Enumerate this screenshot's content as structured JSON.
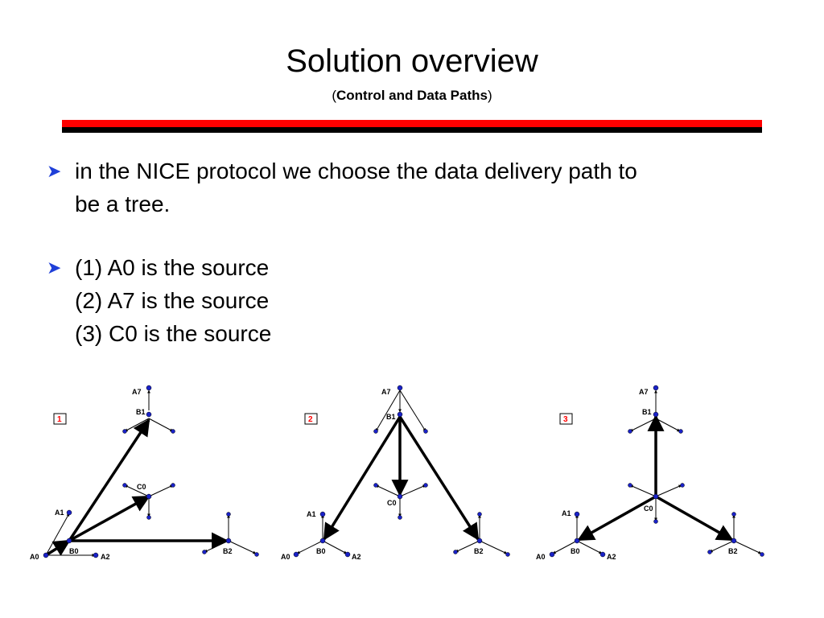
{
  "slide": {
    "title": "Solution overview",
    "subtitle_open": "(",
    "subtitle_bold": "Control and Data Paths",
    "subtitle_close": ")"
  },
  "bullets": [
    {
      "icon": "arrow-bullet-icon",
      "lines": [
        "in the NICE protocol we choose the data delivery path to",
        "be a tree."
      ]
    },
    {
      "icon": "arrow-bullet-icon",
      "lines": [
        "(1) A0 is the source",
        "(2) A7 is the source",
        "(3) C0 is the source"
      ]
    }
  ],
  "colors": {
    "accent_red": "#ff0000",
    "rule_black": "#000000",
    "bullet_blue": "#1f3fd8",
    "node_blue": "#1a22c8"
  },
  "diagrams": [
    {
      "number": "1",
      "labels": {
        "A7": "A7",
        "B1": "B1",
        "C0": "C0",
        "A1": "A1",
        "A0": "A0",
        "B0": "B0",
        "A2": "A2",
        "B2": "B2"
      }
    },
    {
      "number": "2",
      "labels": {
        "A7": "A7",
        "B1": "B1",
        "C0": "C0",
        "A1": "A1",
        "A0": "A0",
        "B0": "B0",
        "A2": "A2",
        "B2": "B2"
      }
    },
    {
      "number": "3",
      "labels": {
        "A7": "A7",
        "B1": "B1",
        "C0": "C0",
        "A1": "A1",
        "A0": "A0",
        "B0": "B0",
        "A2": "A2",
        "B2": "B2"
      }
    }
  ]
}
